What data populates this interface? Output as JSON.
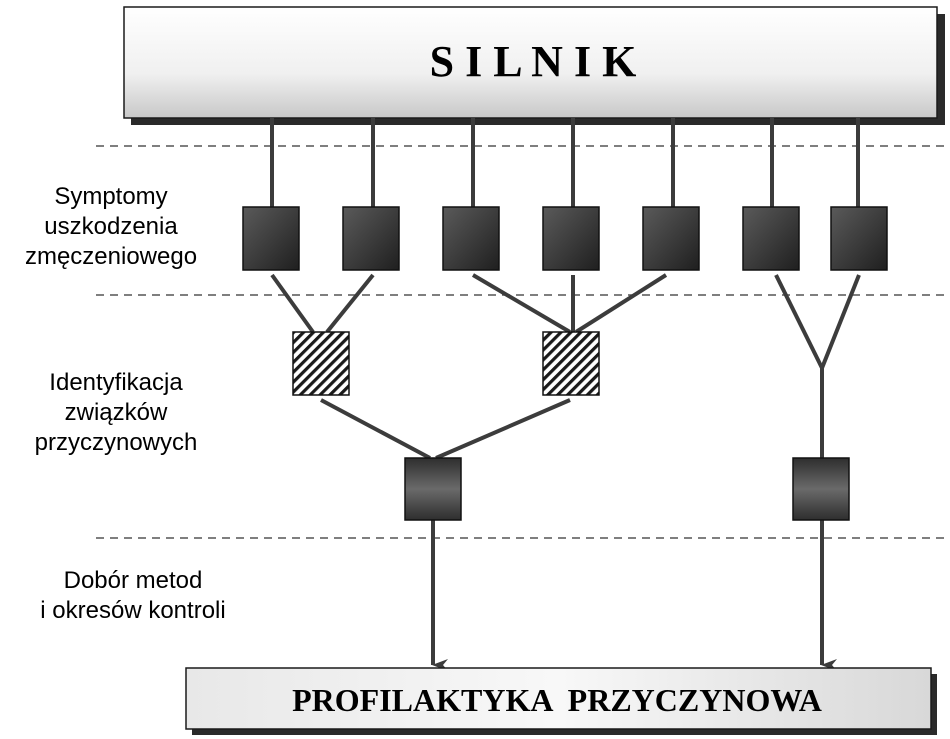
{
  "diagram": {
    "top_box": {
      "label": "S I L N I K"
    },
    "bottom_box": {
      "label": "PROFILAKTYKA  PRZYCZYNOWA"
    },
    "levels": [
      {
        "line1": "Symptomy",
        "line2": "uszkodzenia",
        "line3": "zmęczeniowego"
      },
      {
        "line1": "Identyfikacja",
        "line2": "związków",
        "line3": "przyczynowych"
      },
      {
        "line1": "Dobór metod",
        "line2": "i okresów kontroli"
      }
    ],
    "colors": {
      "dark_box": "#3a3a3a",
      "line": "#3c3c3c",
      "dash": "#555555",
      "box_fill_light": "#f5f5f5",
      "box_fill_shade": "#d0d0d0",
      "shadow": "#2a2a2a"
    },
    "symptom_count": 7,
    "identification_count": 2,
    "selection_count": 2
  }
}
